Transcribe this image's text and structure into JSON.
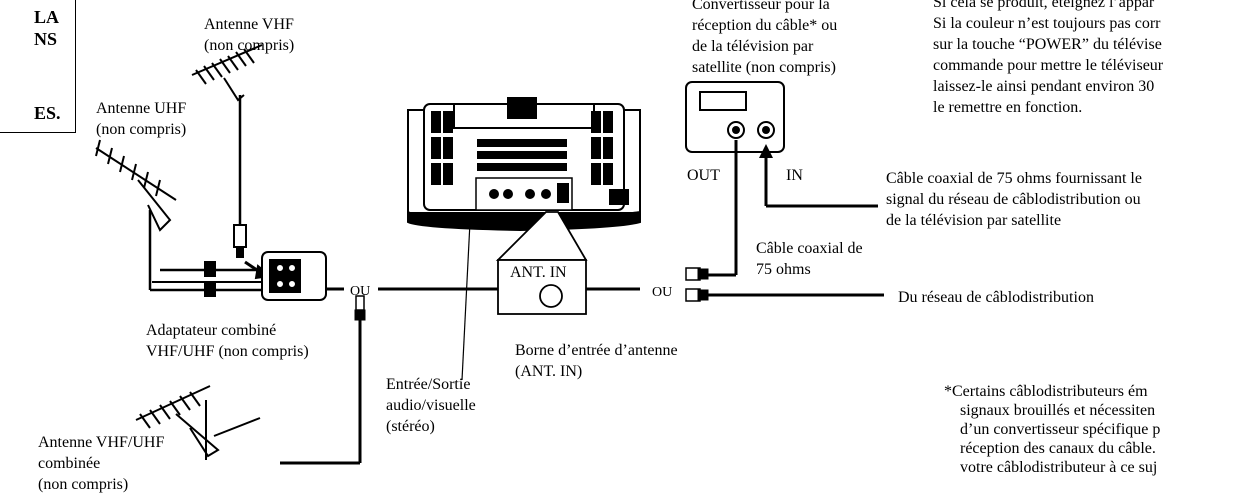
{
  "warning_box": {
    "line1": "LA",
    "line2": "NS",
    "line3": "ES."
  },
  "top_right_text": [
    "Si cela se produit, éteignez l’appar",
    "Si la couleur n’est toujours pas corr",
    "sur la touche “POWER” du télévise",
    "commande pour mettre le téléviseur",
    "laissez-le ainsi pendant environ 30",
    "le remettre en fonction."
  ],
  "labels": {
    "antenna_vhf": [
      "Antenne VHF",
      "(non compris)"
    ],
    "antenna_uhf": [
      "Antenne UHF",
      "(non compris)"
    ],
    "converter": [
      "Convertisseur pour la",
      "réception du câble* ou",
      "de la télévision par",
      "satellite (non compris)"
    ],
    "out": "OUT",
    "in": "IN",
    "coax_75_cable": [
      "Câble coaxial de 75 ohms fournissant le",
      "signal du réseau de câblodistribution ou",
      "de la télévision par satellite"
    ],
    "coax_75": [
      "Câble coaxial de",
      "75 ohms"
    ],
    "ou_left": "OU",
    "ant_in": "ANT. IN",
    "ou_right": "OU",
    "cable_network": "Du réseau de câblodistribution",
    "adapter": [
      "Adaptateur combiné",
      "VHF/UHF (non compris)"
    ],
    "terminal": [
      "Borne d’entrée d’antenne",
      "(ANT. IN)"
    ],
    "av_io": [
      "Entrée/Sortie",
      "audio/visuelle",
      "(stéréo)"
    ],
    "antenna_combo": [
      "Antenne VHF/UHF",
      "combinée",
      "(non compris)"
    ]
  },
  "footnote": [
    "*Certains câblodistributeurs ém",
    "signaux brouillés et nécessiten",
    "d’un convertisseur spécifique p",
    "réception des canaux du câble.",
    "votre câblodistributeur à ce suj"
  ]
}
